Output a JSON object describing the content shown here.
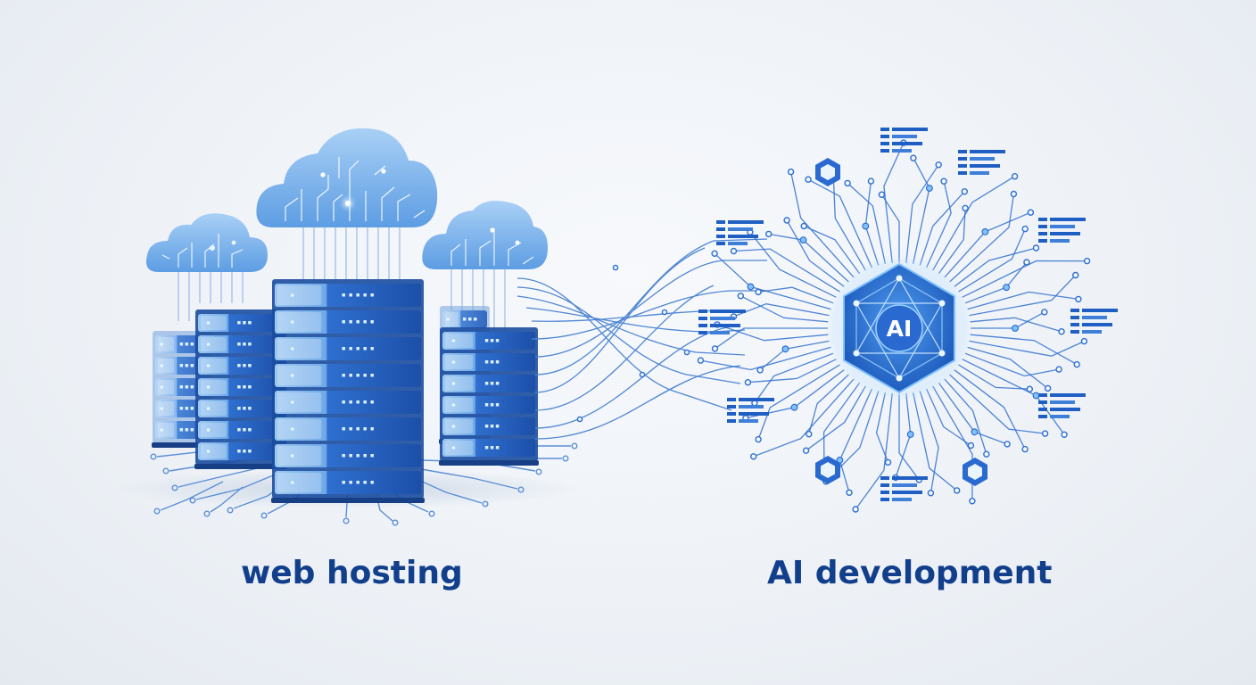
{
  "labels": {
    "left": "web hosting",
    "right": "AI development",
    "core": "AI"
  },
  "icons": {
    "left_group": [
      "cloud-icon",
      "cloud-icon",
      "cloud-icon",
      "server-rack-icon",
      "server-rack-icon",
      "server-rack-icon",
      "server-rack-icon",
      "server-rack-icon"
    ],
    "right_group": [
      "ai-chip-icon",
      "hexagon-node-icon",
      "hexagon-node-icon",
      "hexagon-node-icon",
      "code-snippet-icon"
    ]
  },
  "colors": {
    "background": "#eef2f7",
    "label": "#123f8c",
    "primary_blue": "#1f5fc4",
    "light_blue": "#8fbdf0",
    "glow": "#bfe3ff",
    "line": "#5b8fd6"
  }
}
